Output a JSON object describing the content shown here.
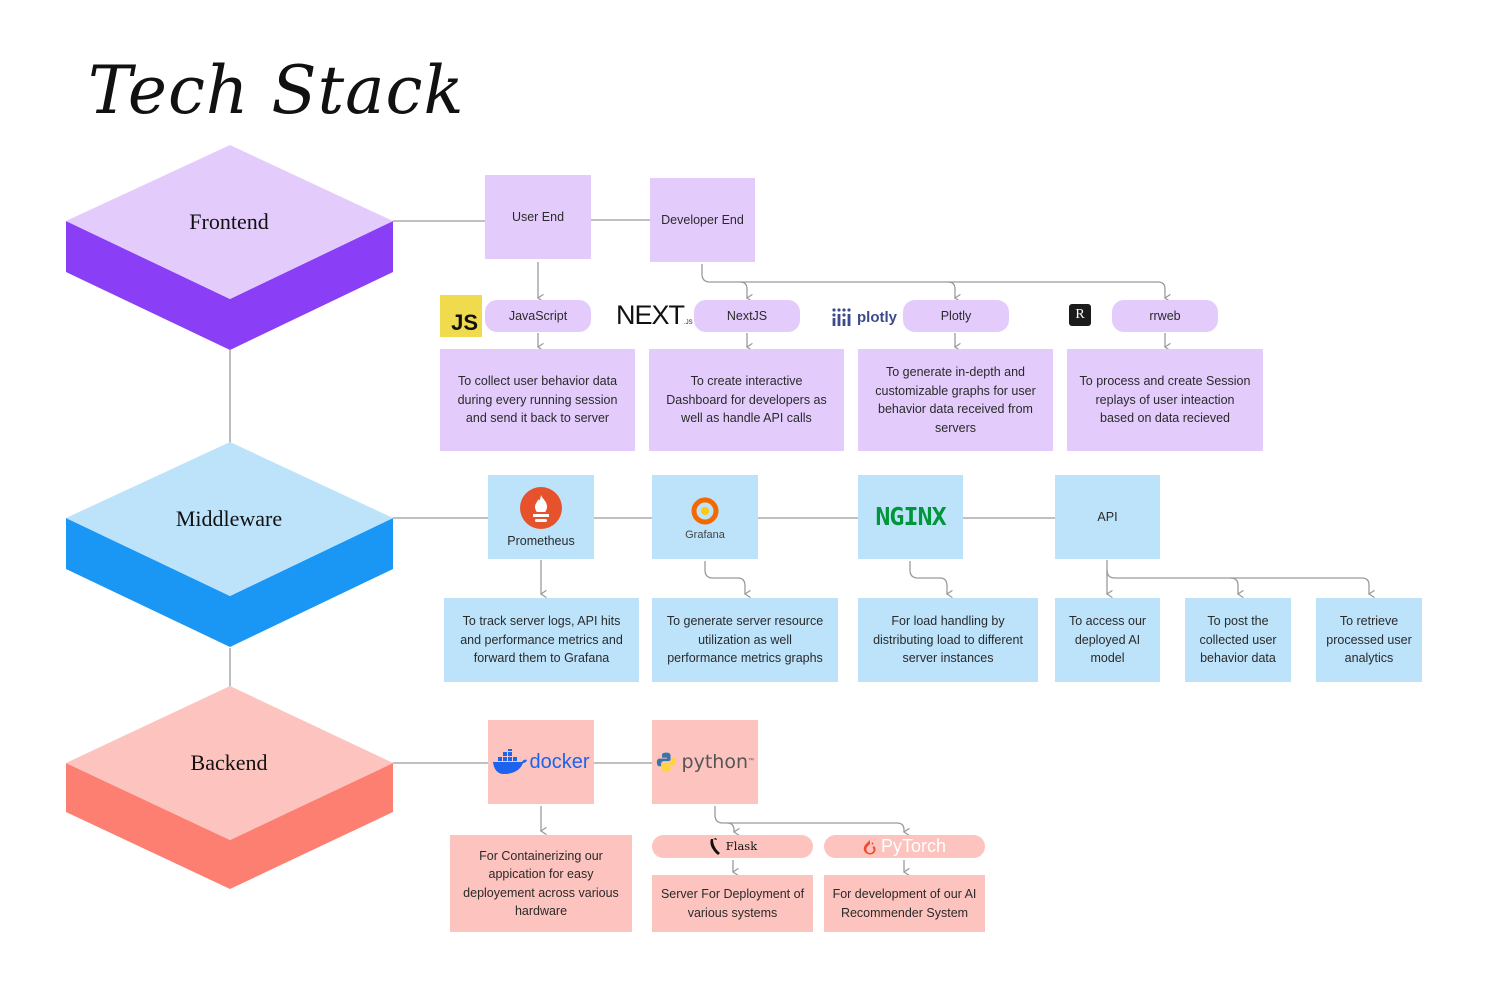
{
  "title": "Tech Stack",
  "layers": {
    "frontend": {
      "label": "Frontend",
      "top_color": "#e3ccfb",
      "side_color": "#8a3ef5"
    },
    "middleware": {
      "label": "Middleware",
      "top_color": "#bde3fb",
      "side_color": "#1a96f5"
    },
    "backend": {
      "label": "Backend",
      "top_color": "#fdc3be",
      "side_color": "#fd7f72"
    }
  },
  "frontend": {
    "user_end": "User End",
    "developer_end": "Developer End",
    "tech": {
      "javascript": "JavaScript",
      "nextjs": "NextJS",
      "plotly": "Plotly",
      "rrweb": "rrweb"
    },
    "logos": {
      "js": "JS",
      "next": "NEXT",
      "next_suffix": ".JS",
      "plotly": "plotly",
      "rrweb": "R"
    },
    "descriptions": {
      "javascript": "To collect user behavior data during every running session and send it back to server",
      "nextjs": "To create interactive Dashboard for developers as well as handle API calls",
      "plotly": "To generate in-depth and customizable graphs for user behavior data received from servers",
      "rrweb": "To process and create Session replays of user inteaction based on data recieved"
    }
  },
  "middleware": {
    "prometheus": "Prometheus",
    "grafana": "Grafana",
    "nginx": "NGINX",
    "api": "API",
    "descriptions": {
      "prometheus": "To track server logs, API hits and performance metrics and forward them to Grafana",
      "grafana": "To generate server resource utilization as well performance metrics graphs",
      "nginx": "For load handling by distributing load to different server instances",
      "api_model": "To access our deployed AI model",
      "api_post": "To post the collected user behavior data",
      "api_retrieve": "To retrieve processed user analytics"
    }
  },
  "backend": {
    "docker": "docker",
    "python": "python",
    "python_tm": "™",
    "flask": "Flask",
    "pytorch": "PyTorch",
    "descriptions": {
      "docker": "For Containerizing our appication for easy deployement across various hardware",
      "flask": "Server For Deployment of various systems",
      "pytorch": "For development of our AI Recommender System"
    }
  },
  "colors": {
    "connector": "#9a9a9a",
    "js_yellow": "#f0db4f",
    "prometheus_orange": "#e6522c",
    "grafana_orange": "#f46800",
    "nginx_green": "#009639",
    "docker_blue": "#1d63ed",
    "python_blue": "#3776ab",
    "python_yellow": "#ffd43b",
    "pytorch_red": "#ee4c2c"
  }
}
